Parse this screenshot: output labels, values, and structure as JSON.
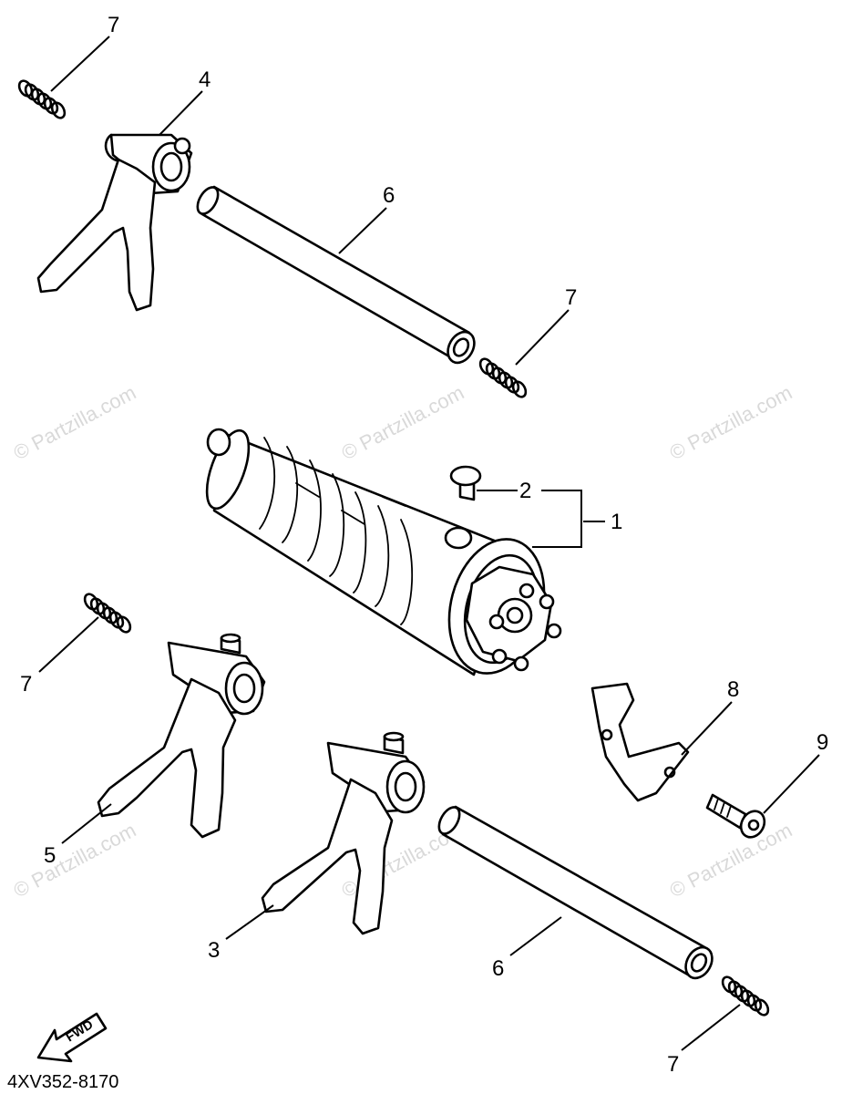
{
  "diagram": {
    "callouts": {
      "c1": "1",
      "c2": "2",
      "c3": "3",
      "c4": "4",
      "c5": "5",
      "c6a": "6",
      "c6b": "6",
      "c7a": "7",
      "c7b": "7",
      "c7c": "7",
      "c7d": "7",
      "c8": "8",
      "c9": "9"
    },
    "direction_label": "FWD",
    "diagram_code": "4XV352-8170",
    "watermark": "© Partzilla.com"
  }
}
